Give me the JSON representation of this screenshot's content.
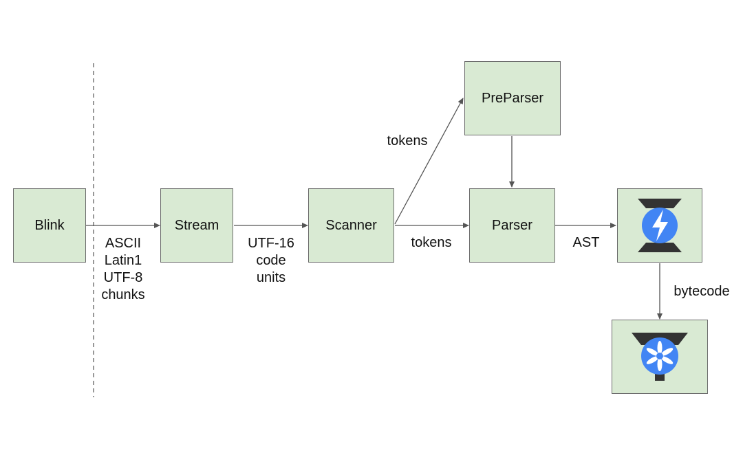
{
  "nodes": {
    "blink": "Blink",
    "stream": "Stream",
    "scanner": "Scanner",
    "preparser": "PreParser",
    "parser": "Parser",
    "interpreter_icon": "ignition-icon",
    "compiler_icon": "turbofan-icon"
  },
  "edges": {
    "blink_stream": [
      "ASCII",
      "Latin1",
      "UTF-8",
      "chunks"
    ],
    "stream_scanner": [
      "UTF-16",
      "code",
      "units"
    ],
    "scanner_preparser": "tokens",
    "scanner_parser": "tokens",
    "parser_interpreter": "AST",
    "interpreter_compiler": "bytecode"
  },
  "colors": {
    "box_fill": "#d9ead3",
    "box_border": "#6b6b6b",
    "arrow": "#555555",
    "icon_blue": "#4285f4",
    "icon_dark": "#333333"
  }
}
